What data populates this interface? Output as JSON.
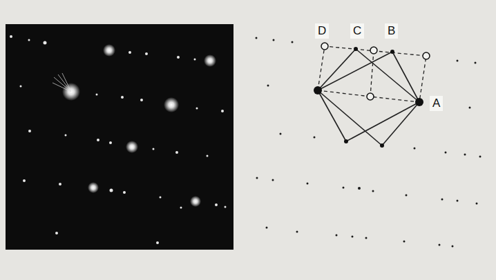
{
  "diagram": {
    "labels": [
      "D",
      "C",
      "B",
      "A"
    ]
  }
}
